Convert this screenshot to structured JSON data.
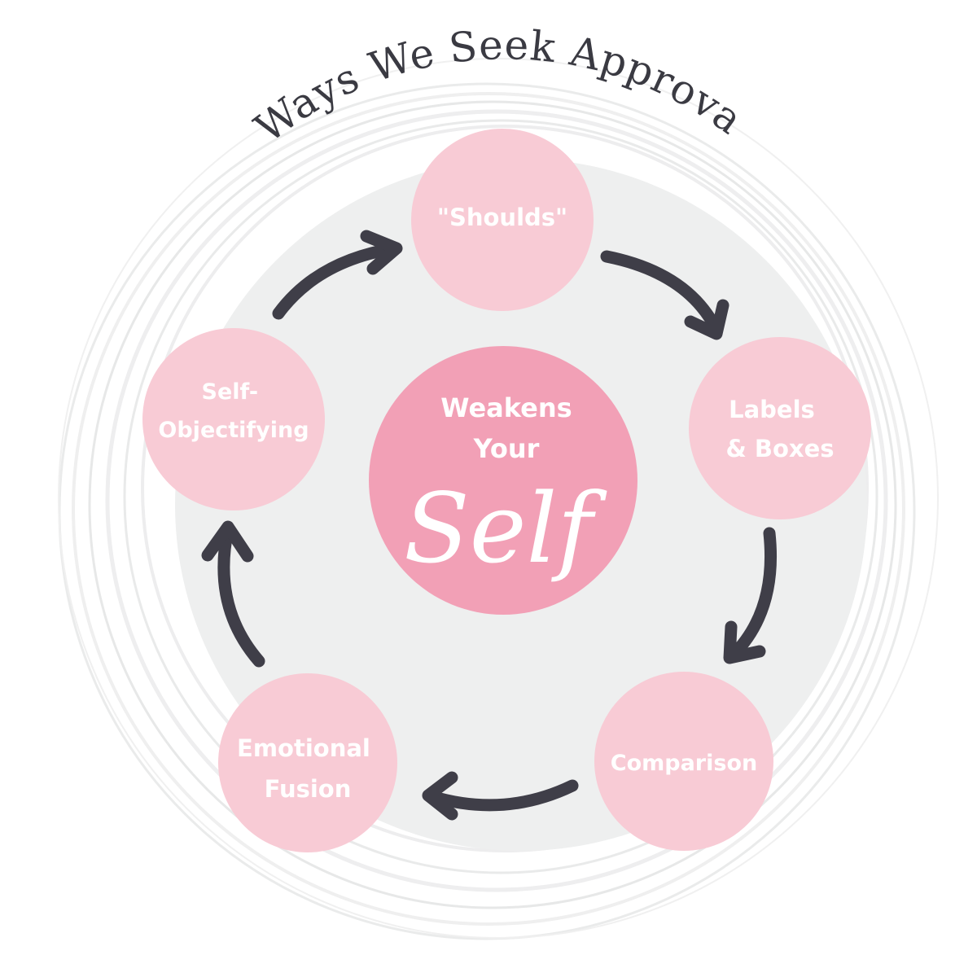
{
  "title": "Ways We Seek Approval",
  "center": {
    "line1": "Weakens",
    "line2": "Your",
    "script_word": "Self"
  },
  "nodes": [
    {
      "id": "shoulds",
      "lines": [
        "\"Shoulds\""
      ]
    },
    {
      "id": "labels-boxes",
      "lines": [
        "Labels",
        "& Boxes"
      ]
    },
    {
      "id": "comparison",
      "lines": [
        "Comparison"
      ]
    },
    {
      "id": "emotional-fusion",
      "lines": [
        "Emotional",
        "Fusion"
      ]
    },
    {
      "id": "self-objectifying",
      "lines": [
        "Self-",
        "Objectifying"
      ]
    }
  ],
  "colors": {
    "node_fill": "#f8cbd5",
    "center_fill": "#f2a0b6",
    "backdrop": "#eeefef",
    "ring_stroke": "#e6e7e7",
    "arrow": "#3f3e48",
    "title": "#3a3a42",
    "text": "#ffffff"
  }
}
